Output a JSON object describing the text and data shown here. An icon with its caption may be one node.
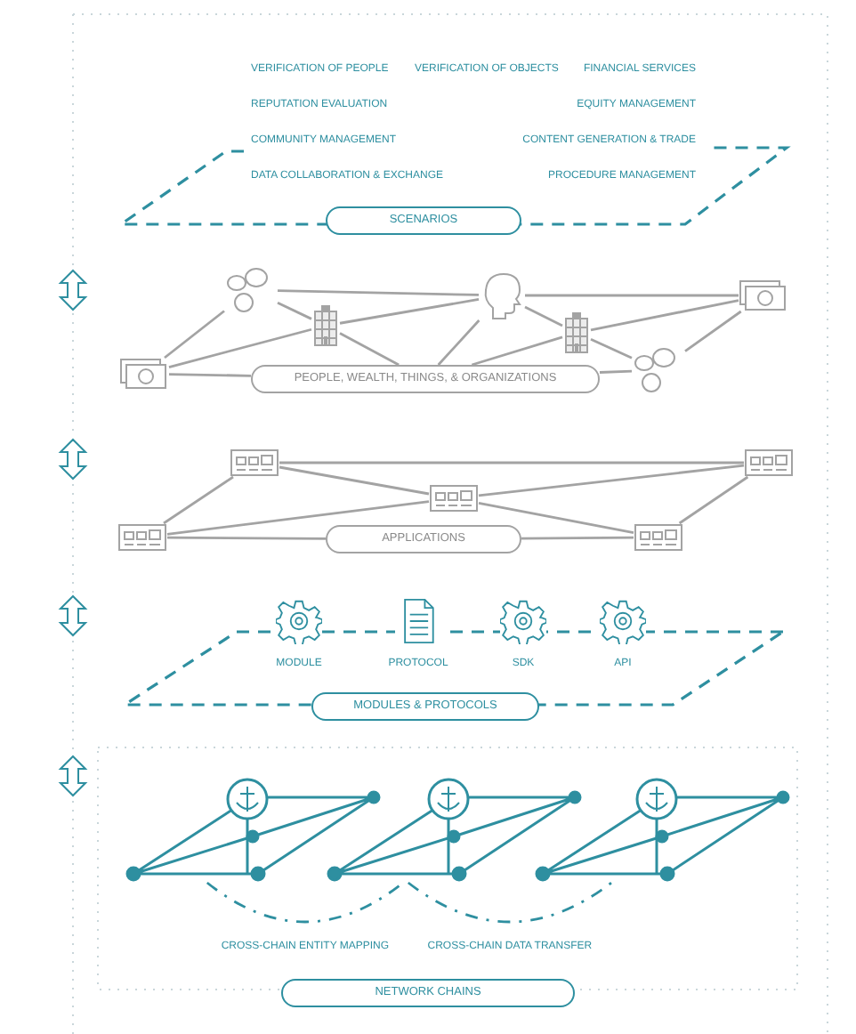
{
  "diagram": {
    "nodes": [
      {
        "text": [
          "SCENARIOS"
        ]
      },
      {
        "text": [],
        "shape": "picture"
      },
      {
        "text": [],
        "shape": "person"
      },
      {
        "text": [],
        "shape": "picture"
      },
      {
        "text": [],
        "shape": "picture"
      },
      {
        "text": [],
        "shape": "picture"
      },
      {
        "text": [],
        "shape": "picture"
      },
      {
        "text": [],
        "shape": "picture"
      },
      {
        "text": [
          "PEOPLE, WEALTH, THINGS, & ORGANIZATIONS"
        ]
      },
      {
        "text": [],
        "shape": "picture"
      },
      {
        "text": [],
        "shape": "picture"
      },
      {
        "text": [],
        "shape": "picture"
      },
      {
        "text": [],
        "shape": "picture"
      },
      {
        "text": [],
        "shape": "picture"
      },
      {
        "text": [
          "APPLICATIONS"
        ]
      },
      {
        "text": [
          "MODULE"
        ]
      },
      {
        "text": [
          "PROTOCOL"
        ]
      },
      {
        "text": [
          "SDK"
        ]
      },
      {
        "text": [
          "API"
        ]
      },
      {
        "text": [
          "MODULES & PROTOCOLS"
        ]
      },
      {
        "text": [],
        "shape": "picture"
      },
      {
        "text": [],
        "shape": "picture"
      },
      {
        "text": [],
        "shape": "picture"
      },
      {
        "text": [
          "NETWORK CHAINS"
        ]
      }
    ],
    "edges": [
      {
        "from": 1,
        "to": 2,
        "arrow": "none"
      },
      {
        "from": 2,
        "to": 3,
        "arrow": "none"
      },
      {
        "from": 1,
        "to": 4,
        "arrow": "none"
      },
      {
        "from": 4,
        "to": 5,
        "arrow": "none"
      },
      {
        "from": 4,
        "to": 8,
        "arrow": "none"
      },
      {
        "from": 1,
        "to": 5,
        "arrow": "none"
      },
      {
        "from": 5,
        "to": 2,
        "arrow": "none"
      },
      {
        "from": 5,
        "to": 8,
        "arrow": "none"
      },
      {
        "from": 2,
        "to": 8,
        "arrow": "none"
      },
      {
        "from": 8,
        "to": 6,
        "arrow": "none"
      },
      {
        "from": 2,
        "to": 6,
        "arrow": "none"
      },
      {
        "from": 6,
        "to": 3,
        "arrow": "none"
      },
      {
        "from": 6,
        "to": 7,
        "arrow": "none"
      },
      {
        "from": 7,
        "to": 3,
        "arrow": "none"
      },
      {
        "from": 8,
        "to": 7,
        "arrow": "none"
      },
      {
        "from": 9,
        "to": 10,
        "arrow": "none"
      },
      {
        "from": 9,
        "to": 12,
        "arrow": "none"
      },
      {
        "from": 9,
        "to": 11,
        "arrow": "none"
      },
      {
        "from": 11,
        "to": 10,
        "arrow": "none"
      },
      {
        "from": 11,
        "to": 12,
        "arrow": "none"
      },
      {
        "from": 11,
        "to": 13,
        "arrow": "none"
      },
      {
        "from": 12,
        "to": 14,
        "arrow": "none"
      },
      {
        "from": 14,
        "to": 13,
        "arrow": "none"
      },
      {
        "from": 10,
        "to": 13,
        "arrow": "none"
      },
      {
        "from": 20,
        "to": 21,
        "arrow": "none",
        "label": "CROSS-CHAIN ENTITY MAPPING",
        "style": "dashed",
        "color": "#2e8fa0"
      },
      {
        "from": 21,
        "to": 22,
        "arrow": "none",
        "label": "CROSS-CHAIN DATA TRANSFER",
        "style": "dashed",
        "color": "#2e8fa0"
      }
    ],
    "labels": [
      "VERIFICATION OF PEOPLE",
      "VERIFICATION OF OBJECTS",
      "FINANCIAL SERVICES",
      "REPUTATION EVALUATION",
      "EQUITY MANAGEMENT",
      "COMMUNITY MANAGEMENT",
      "CONTENT GENERATION & TRADE",
      "DATA COLLABORATION & EXCHANGE",
      "PROCEDURE MANAGEMENT"
    ]
  }
}
